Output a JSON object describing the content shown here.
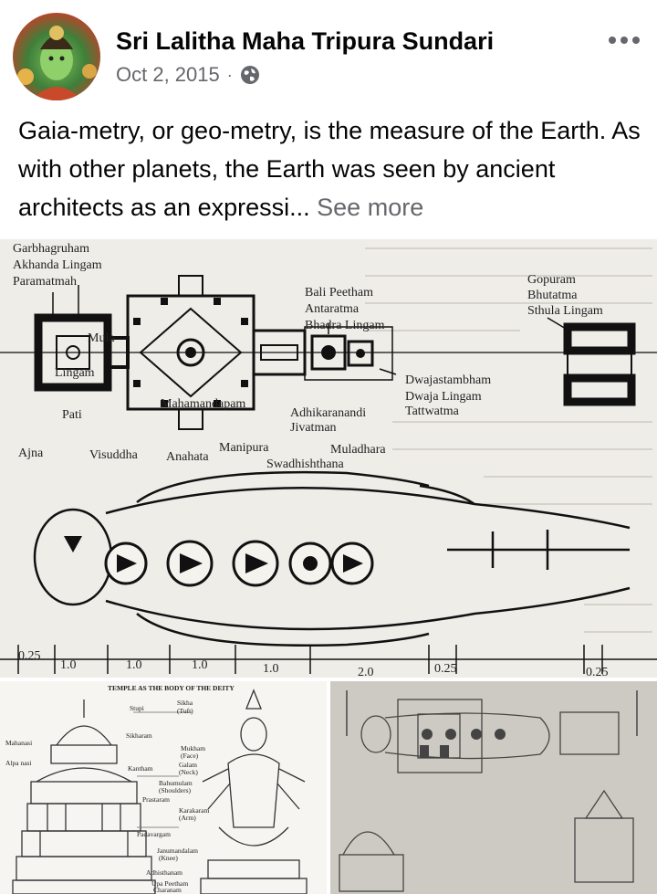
{
  "post": {
    "author": "Sri Lalitha Maha Tripura Sundari",
    "date": "Oct 2, 2015",
    "separator": "·",
    "privacy_icon": "globe-icon",
    "more_icon": "more-options-icon",
    "text": "Gaia-metry, or geo-metry, is the measure of the Earth. As with other planets, the Earth was seen by ancient architects as an expressi...",
    "see_more": "See more"
  },
  "diagram_main": {
    "labels": {
      "garbhagruham": "Garbhagruham",
      "akhanda": "Akhanda Lingam",
      "paramatmah": "Paramatmah",
      "mula": "Mula",
      "lingam": "Lingam",
      "pati": "Pati",
      "mahamandapam": "Mahamandapam",
      "bali": "Bali Peetham",
      "antaratma": "Antaratma",
      "bhadra": "Bhadra Lingam",
      "gopuram": "Gopuram",
      "bhutatma": "Bhutatma",
      "sthula": "Sthula Lingam",
      "dwajastambham": "Dwajastambham",
      "dwaja_lingam": "Dwaja Lingam",
      "tattwatma": "Tattwatma",
      "adhikaranandi": "Adhikaranandi",
      "jivatman": "Jivatman",
      "ajna": "Ajna",
      "visuddha": "Visuddha",
      "anahata": "Anahata",
      "manipura": "Manipura",
      "muladhara": "Muladhara",
      "swadhishthana": "Swadhishthana",
      "s1": "0.25",
      "s2": "1.0",
      "s3": "1.0",
      "s4": "1.0",
      "s5": "1.0",
      "s6": "2.0",
      "s7": "0.25",
      "s8": "0.25"
    }
  },
  "diagram_left": {
    "title": "TEMPLE AS THE BODY OF THE DEITY",
    "stupi": "Stupi",
    "sikha": "Sikha",
    "sikha_sub": "(Tuft)",
    "sikharam": "Sikharam",
    "mahanasi": "Mahanasi",
    "alpanasi": "Alpa nasi",
    "mukham": "Mukham",
    "mukham_sub": "(Face)",
    "galam": "Galam",
    "galam_sub": "(Neck)",
    "kantham": "Kantham",
    "bahumulam": "Bahumulam",
    "bahumulam_sub": "(Shoulders)",
    "prastaram": "Prastaram",
    "karakaram": "Karakaram",
    "karakaram_sub": "(Arm)",
    "padavargam": "Padavargam",
    "janumandalam": "Janumandalam",
    "janumandalam_sub": "(Knee)",
    "adhisthanam": "Adhisthanam",
    "upa": "Upa Peetham",
    "charanam": "Charanam"
  }
}
